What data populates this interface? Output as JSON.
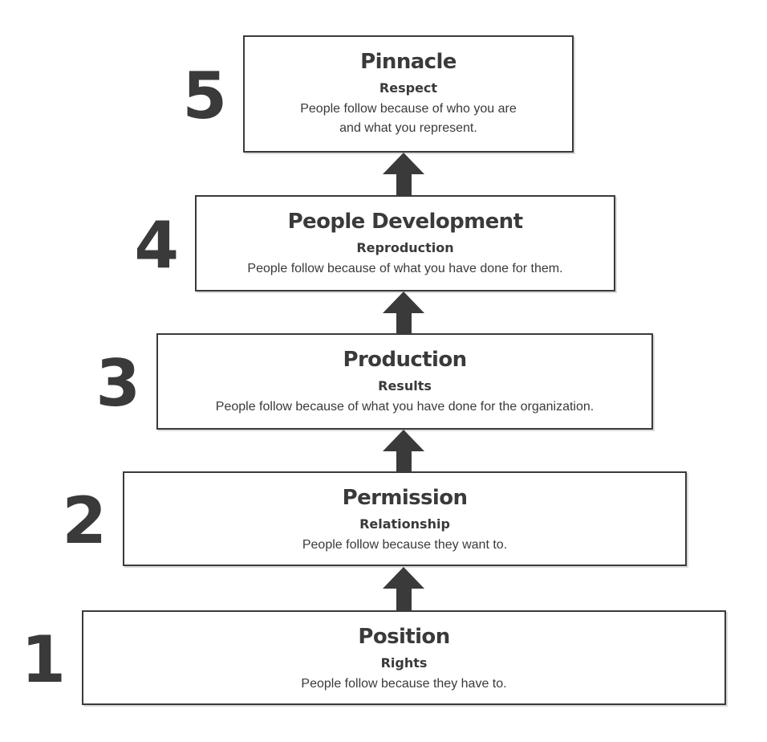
{
  "colors": {
    "ink": "#3a3a3a",
    "background": "#ffffff"
  },
  "levels": [
    {
      "number": "5",
      "title": "Pinnacle",
      "subtitle": "Respect",
      "description": "People follow because of who you are\nand what you represent."
    },
    {
      "number": "4",
      "title": "People Development",
      "subtitle": "Reproduction",
      "description": "People follow because of what you have done for them."
    },
    {
      "number": "3",
      "title": "Production",
      "subtitle": "Results",
      "description": "People follow because of what you have done for the organization."
    },
    {
      "number": "2",
      "title": "Permission",
      "subtitle": "Relationship",
      "description": "People follow because they want to."
    },
    {
      "number": "1",
      "title": "Position",
      "subtitle": "Rights",
      "description": "People follow because they have to."
    }
  ]
}
